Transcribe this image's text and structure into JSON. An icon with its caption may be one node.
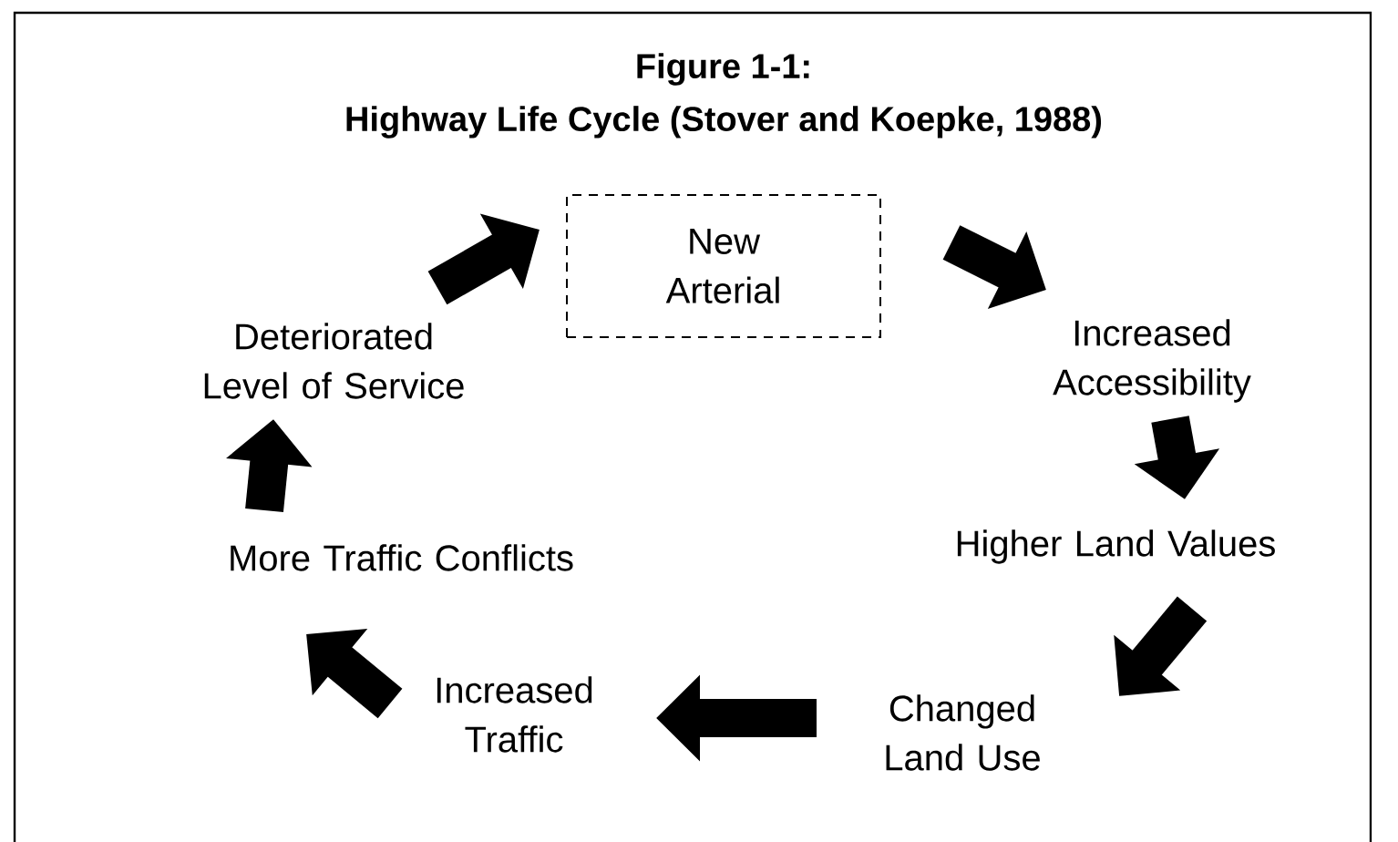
{
  "diagram": {
    "title": "Highway Life Cycle (Stover and Koepke, 1988)",
    "nodes": [
      {
        "text": [
          "New Arterial"
        ]
      },
      {
        "text": [
          "Increased Accessibility"
        ]
      },
      {
        "text": [
          "Higher Land Values"
        ]
      },
      {
        "text": [
          "Changed Land Use"
        ]
      },
      {
        "text": [
          "Increased Traffic"
        ]
      },
      {
        "text": [
          "More Traffic Conflicts"
        ]
      },
      {
        "text": [
          "Deteriorated Level of Service"
        ]
      }
    ],
    "edges": [
      {
        "from": 0,
        "to": 1,
        "arrow": "to"
      },
      {
        "from": 1,
        "to": 2,
        "arrow": "to"
      },
      {
        "from": 2,
        "to": 3,
        "arrow": "to"
      },
      {
        "from": 3,
        "to": 4,
        "arrow": "to"
      },
      {
        "from": 4,
        "to": 5,
        "arrow": "to"
      },
      {
        "from": 5,
        "to": 6,
        "arrow": "to"
      },
      {
        "from": 6,
        "to": 0,
        "arrow": "to"
      }
    ],
    "labels": [
      "Figure 1-1:"
    ]
  }
}
